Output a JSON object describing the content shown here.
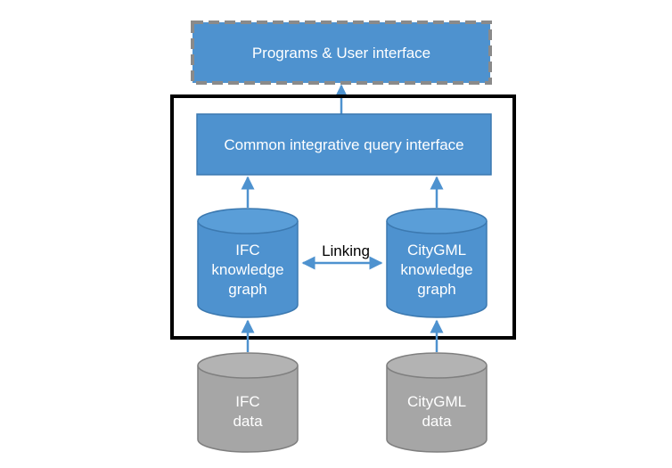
{
  "top_box": {
    "label": "Programs & User interface"
  },
  "query_box": {
    "label": "Common integrative query interface"
  },
  "ifc_graph": {
    "lines": [
      "IFC",
      "knowledge",
      "graph"
    ]
  },
  "citygml_graph": {
    "lines": [
      "CityGML",
      "knowledge",
      "graph"
    ]
  },
  "linking": {
    "label": "Linking"
  },
  "ifc_data": {
    "lines": [
      "IFC",
      "data"
    ]
  },
  "citygml_data": {
    "lines": [
      "CityGML",
      "data"
    ]
  },
  "colors": {
    "blue_fill": "#4e92cf",
    "blue_stroke": "#3c79b0",
    "gray_fill": "#a6a6a6",
    "gray_stroke": "#7f7f7f",
    "dashed_border": "#8a8a8a",
    "frame": "#000000"
  }
}
